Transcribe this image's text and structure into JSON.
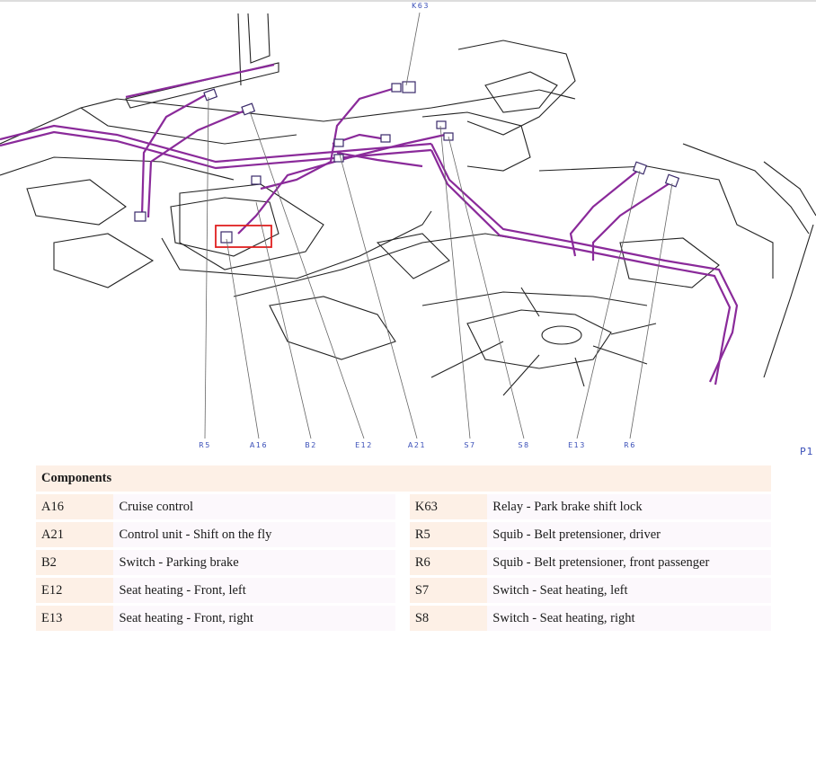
{
  "diagram": {
    "callouts_top": [
      "K63"
    ],
    "callouts_bottom": [
      "R5",
      "A16",
      "B2",
      "E12",
      "A21",
      "S7",
      "S8",
      "E13",
      "R6"
    ],
    "page_ref": "P1",
    "colors": {
      "wire": "#8a2a9a",
      "callout": "#3a4fb8",
      "highlight": "#e02020",
      "outline": "#222222"
    }
  },
  "components": {
    "heading": "Components",
    "rows": [
      {
        "left_code": "A16",
        "left_desc": "Cruise control",
        "right_code": "K63",
        "right_desc": "Relay - Park brake shift lock"
      },
      {
        "left_code": "A21",
        "left_desc": "Control unit - Shift on the fly",
        "right_code": "R5",
        "right_desc": "Squib - Belt pretensioner, driver"
      },
      {
        "left_code": "B2",
        "left_desc": "Switch - Parking brake",
        "right_code": "R6",
        "right_desc": "Squib - Belt pretensioner, front passenger"
      },
      {
        "left_code": "E12",
        "left_desc": "Seat heating - Front, left",
        "right_code": "S7",
        "right_desc": "Switch - Seat heating, left"
      },
      {
        "left_code": "E13",
        "left_desc": "Seat heating - Front, right",
        "right_code": "S8",
        "right_desc": "Switch - Seat heating, right"
      }
    ]
  }
}
